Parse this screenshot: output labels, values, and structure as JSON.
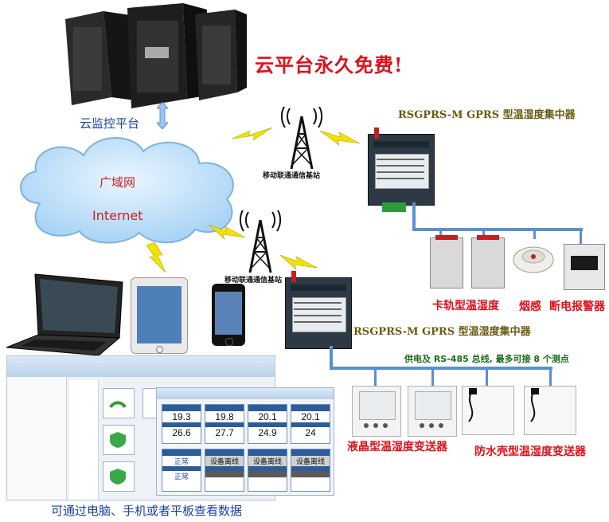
{
  "headline": "云平台永久免费!",
  "cloud": {
    "platform_label": "云监控平台",
    "network_cn": "广域网",
    "network_en": "Internet"
  },
  "stations": {
    "top": "移动联通通信基站",
    "bottom": "移动联通通信基站"
  },
  "concentrators": {
    "top": "RSGPRS-M GPRS 型温湿度集中器",
    "bottom": "RSGPRS-M GPRS 型温湿度集中器"
  },
  "devices_top": {
    "rail_label": "卡轨型温湿度",
    "smoke_label": "烟感",
    "power_alarm_label": "断电报警器"
  },
  "bus_note": "供电及 RS-485 总线, 最多可接 8 个测点",
  "devices_bottom": {
    "lcd_label": "液晶型温湿度变送器",
    "waterproof_label": "防水壳型温湿度变送器"
  },
  "bottom_caption": "可通过电脑、手机或者平板查看数据",
  "dashboard": {
    "values_row1": [
      "19.3",
      "19.8",
      "20.1",
      "20.1"
    ],
    "values_row2": [
      "26.6",
      "27.7",
      "24.9",
      "24"
    ],
    "status_row": [
      "正常",
      "设备离线",
      "设备离线",
      "设备离线"
    ],
    "status_row2": [
      "正常"
    ]
  },
  "colors": {
    "headline": "#e0101a",
    "cloud_text": "#1a3fa8",
    "device_label": "#e0101a",
    "bus_note": "#1a6b1a",
    "lightning": "#f2e200",
    "cable": "#5b8fd0"
  }
}
